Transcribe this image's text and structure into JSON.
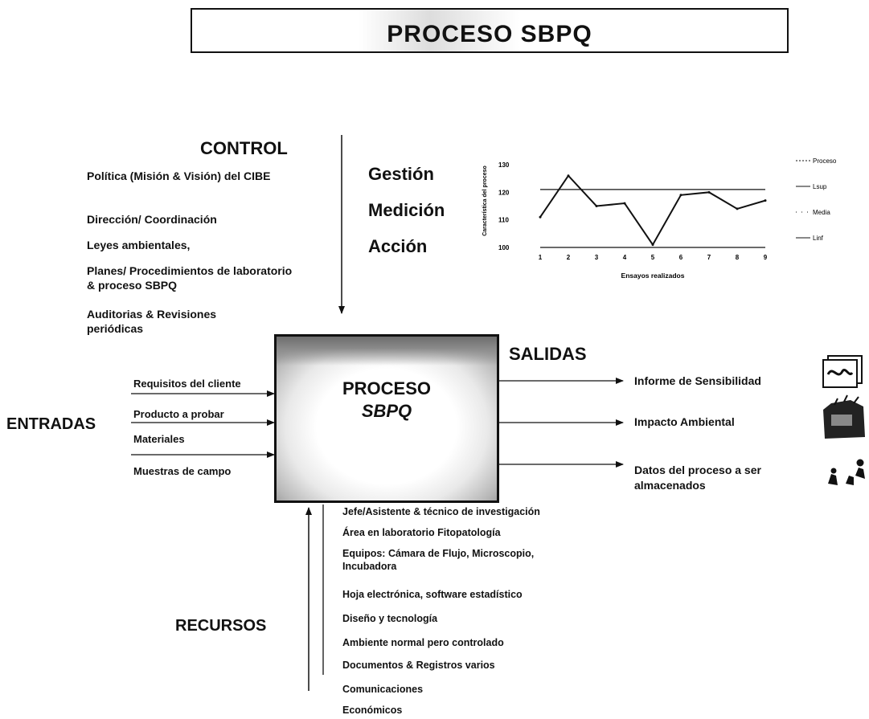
{
  "title": "PROCESO SBPQ",
  "control": {
    "heading": "CONTROL",
    "items": [
      "Política (Misión & Visión) del CIBE",
      "Dirección/ Coordinación",
      "Leyes ambientales,",
      "Planes/ Procedimientos de laboratorio & proceso SBPQ",
      "Auditorias & Revisiones periódicas"
    ]
  },
  "management": {
    "gestion": "Gestión",
    "medicion": "Medición",
    "accion": "Acción"
  },
  "process": {
    "line1": "PROCESO",
    "line2": "SBPQ"
  },
  "entradas": {
    "heading": "ENTRADAS",
    "items": [
      "Requisitos del cliente",
      "Producto a probar",
      "Materiales",
      "Muestras de campo"
    ]
  },
  "salidas": {
    "heading": "SALIDAS",
    "items": [
      "Informe de Sensibilidad",
      "Impacto Ambiental",
      "Datos del proceso a ser almacenados"
    ]
  },
  "recursos": {
    "heading": "RECURSOS",
    "items": [
      "Jefe/Asistente & técnico de investigación",
      "Área en laboratorio Fitopatología",
      "Equipos: Cámara de Flujo, Microscopio, Incubadora",
      "Hoja electrónica, software estadístico",
      "Diseño y tecnología",
      "Ambiente normal pero controlado",
      "Documentos & Registros varios",
      "Comunicaciones",
      "Económicos"
    ]
  },
  "chart_data": {
    "type": "line",
    "xlabel": "Ensayos realizados",
    "ylabel": "Característica del proceso",
    "x": [
      1,
      2,
      3,
      4,
      5,
      6,
      7,
      8,
      9
    ],
    "ylim": [
      100,
      130
    ],
    "yticks": [
      100,
      110,
      120,
      130
    ],
    "series": [
      {
        "name": "Proceso",
        "values": [
          111,
          126,
          115,
          116,
          101,
          119,
          120,
          114,
          117
        ]
      },
      {
        "name": "Lsup",
        "values": [
          121,
          121,
          121,
          121,
          121,
          121,
          121,
          121,
          121
        ]
      },
      {
        "name": "Media",
        "values": []
      },
      {
        "name": "Linf",
        "values": [
          100,
          100,
          100,
          100,
          100,
          100,
          100,
          100,
          100
        ]
      }
    ]
  }
}
